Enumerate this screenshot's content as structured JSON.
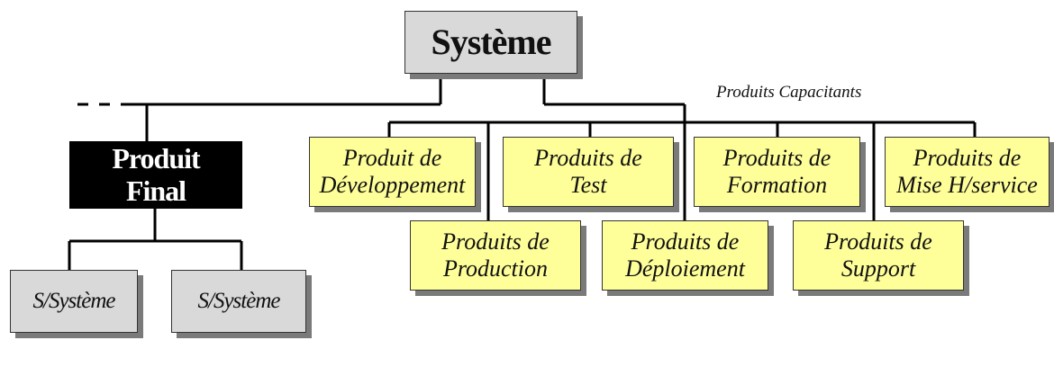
{
  "root": {
    "label": "Système"
  },
  "final_product": {
    "line1": "Produit",
    "line2": "Final"
  },
  "subsystems": [
    {
      "label": "S/Système"
    },
    {
      "label": "S/Système"
    }
  ],
  "enabling_caption": "Produits Capacitants",
  "enabling_products": [
    {
      "line1": "Produit de",
      "line2": "Développement"
    },
    {
      "line1": "Produits de",
      "line2": "Test"
    },
    {
      "line1": "Produits de",
      "line2": "Formation"
    },
    {
      "line1": "Produits de",
      "line2": "Mise H/service"
    },
    {
      "line1": "Produits de",
      "line2": "Production"
    },
    {
      "line1": "Produits de",
      "line2": "Déploiement"
    },
    {
      "line1": "Produits de",
      "line2": "Support"
    }
  ],
  "colors": {
    "enabling_fill": "#ffff99",
    "system_fill": "#d9d9d9",
    "final_fill": "#000000",
    "line": "#000000"
  }
}
